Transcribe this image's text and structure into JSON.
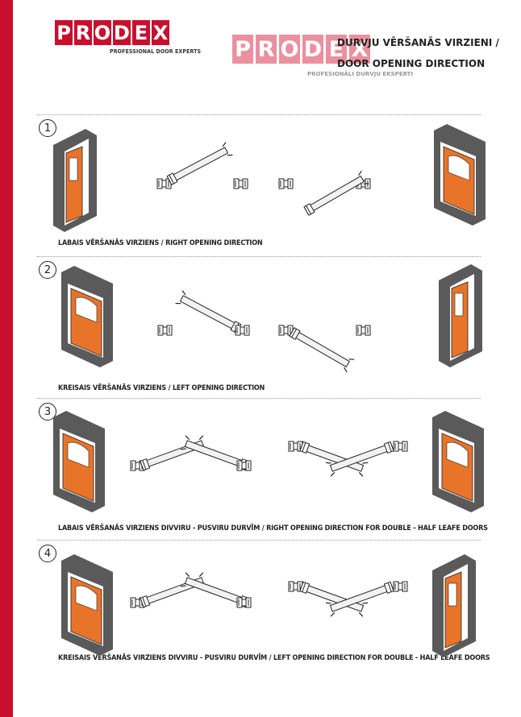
{
  "colors": {
    "brand_red": "#c8102e",
    "door_orange": "#e8742a",
    "frame_grey": "#5a5a5a",
    "dark": "#222222"
  },
  "logo": {
    "letters": [
      "P",
      "R",
      "O",
      "D",
      "E",
      "X"
    ],
    "tagline_en": "PROFESSIONAL DOOR EXPERTS",
    "tagline_lv": "PROFESIONĀLI DURVJU EKSPERTI"
  },
  "header": {
    "title_line1": "DURVJU VĒRŠANĀS VIRZIENI /",
    "title_line2": "DOOR OPENING DIRECTION"
  },
  "sections": [
    {
      "number": "1",
      "caption": "LABAIS VĒRŠANĀS VIRZIENS / RIGHT OPENING DIRECTION"
    },
    {
      "number": "2",
      "caption": "KREISAIS VĒRŠANĀS VIRZIENS / LEFT OPENING DIRECTION"
    },
    {
      "number": "3",
      "caption": "LABAIS VĒRŠANĀS VIRZIENS DIVVIRU - PUSVIRU DURVĪM / RIGHT OPENING DIRECTION FOR DOUBLE - HALF LEAFE DOORS"
    },
    {
      "number": "4",
      "caption": "KREISAIS VĒRŠANĀS VIRZIENS DIVVIRU - PUSVIRU DURVĪM / LEFT OPENING DIRECTION FOR DOUBLE - HALF LEAFE DOORS"
    }
  ]
}
